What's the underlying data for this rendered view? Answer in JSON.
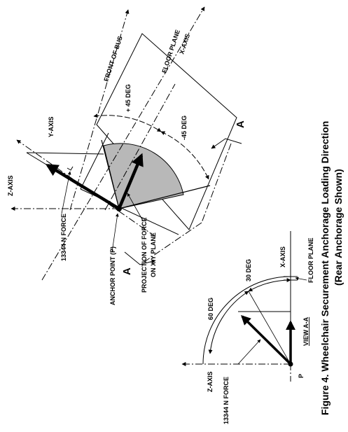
{
  "figure": {
    "caption_line1": "Figure 4.  Wheelchair Securement Anchorage Loading Direction",
    "caption_line2": "(Rear Anchorage Shown)"
  },
  "main_view": {
    "front_of_bus": "FRONT OF BUS",
    "floor_plane": "FLOOR PLANE",
    "x_axis": "X-AXIS",
    "y_axis": "Y-AXIS",
    "z_axis": "Z-AXIS",
    "plus_45": "+ 45 DEG",
    "minus_45": "-45 DEG",
    "section_mark": "A",
    "force": "13344 N  FORCE",
    "anchor_point": "ANCHOR POINT (P)",
    "projection_line1": "PROJECTION OF FORCE",
    "projection_line2": "ON X-Y PLANE"
  },
  "view_aa": {
    "title": "VIEW A-A",
    "floor_plane": "FLOOR PLANE",
    "x_axis": "X-AXIS",
    "z_axis": "Z-AXIS",
    "deg_30": "30 DEG",
    "deg_60": "60 DEG",
    "force": "13344 N  FORCE",
    "point": "P"
  },
  "colors": {
    "ink": "#000000",
    "shade": "#b8b8b8",
    "paper": "#ffffff"
  }
}
